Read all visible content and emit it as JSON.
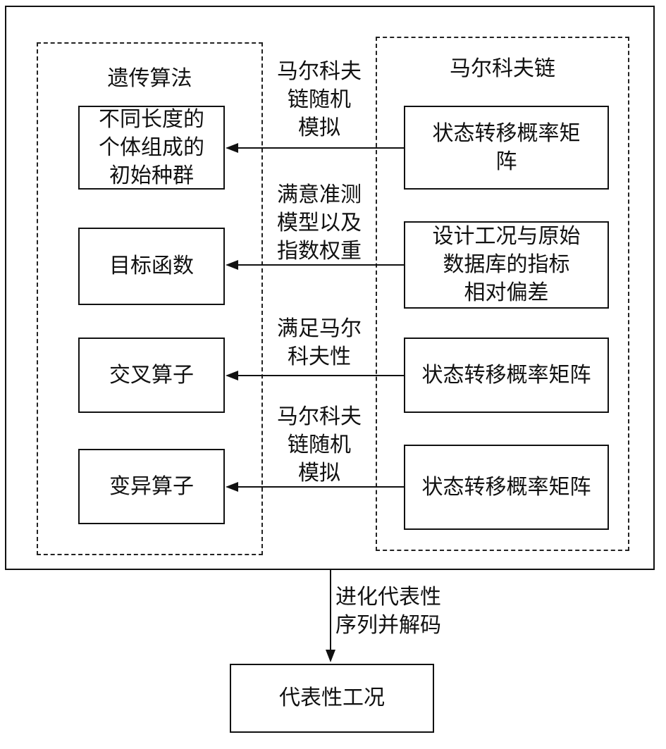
{
  "genetic_algorithm": {
    "title": "遗传算法",
    "boxes": [
      "不同长度的\n个体组成的\n初始种群",
      "目标函数",
      "交叉算子",
      "变异算子"
    ]
  },
  "markov_chain": {
    "title": "马尔科夫链",
    "boxes": [
      "状态转移概率矩\n阵",
      "设计工况与原始\n数据库的指标\n相对偏差",
      "状态转移概率矩阵",
      "状态转移概率矩阵"
    ]
  },
  "connectors": [
    "马尔科夫\n链随机\n模拟",
    "满意准测\n模型以及\n指数权重",
    "满足马尔\n科夫性",
    "马尔科夫\n链随机\n模拟"
  ],
  "output": {
    "arrow_label": "进化代表性\n序列并解码",
    "result": "代表性工况"
  }
}
